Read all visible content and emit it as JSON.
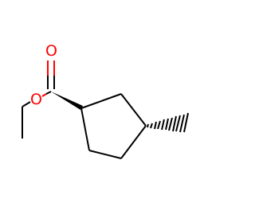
{
  "molecule": {
    "atoms": [
      {
        "id": "O1",
        "element": "O",
        "label": "O",
        "color": "#ff0000"
      },
      {
        "id": "O2",
        "element": "O",
        "label": "O",
        "color": "#ff0000"
      },
      {
        "id": "C_methoxy",
        "element": "C",
        "label": ""
      },
      {
        "id": "C_carbonyl",
        "element": "C",
        "label": ""
      },
      {
        "id": "C1_ring",
        "element": "C",
        "label": ""
      },
      {
        "id": "C2_ring",
        "element": "C",
        "label": ""
      },
      {
        "id": "C3_ring",
        "element": "C",
        "label": ""
      },
      {
        "id": "C4_ring",
        "element": "C",
        "label": ""
      },
      {
        "id": "C5_ring",
        "element": "C",
        "label": ""
      },
      {
        "id": "C_methyl",
        "element": "C",
        "label": ""
      }
    ],
    "bond_color": "#000000",
    "heteroatom_color": "#ff0000"
  }
}
